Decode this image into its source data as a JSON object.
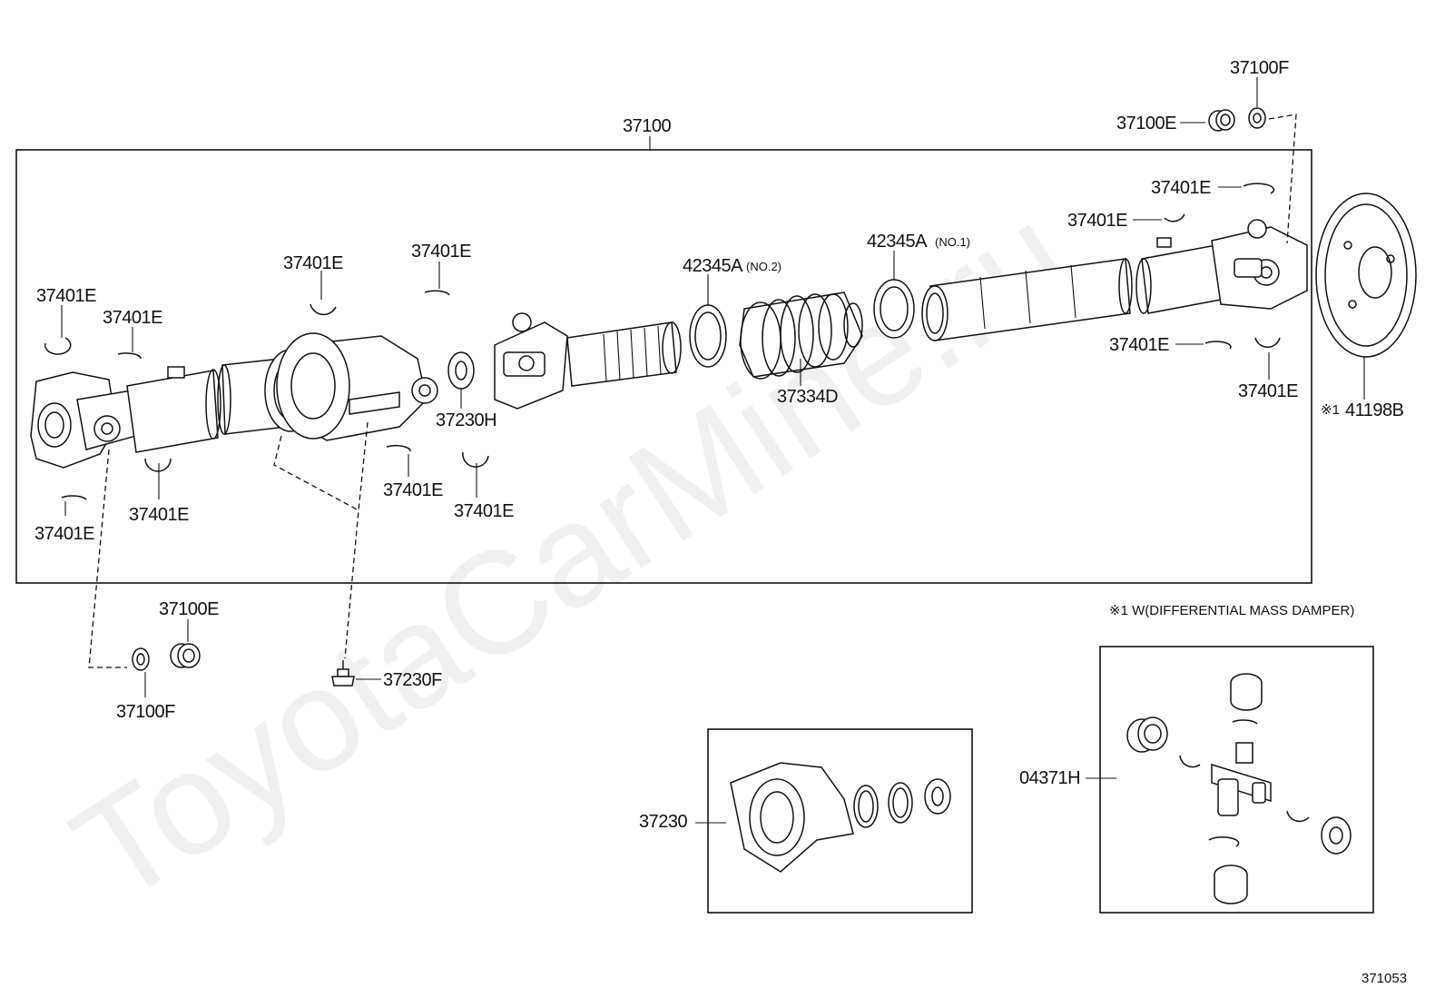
{
  "watermark": "ToyotaCarMine.ru",
  "diagram_id": "371053",
  "note": "※1 W(DIFFERENTIAL MASS DAMPER)",
  "labels": {
    "assembly": "37100",
    "nut_top": "37100F",
    "washer_top": "37100E",
    "snap_ring": "37401E",
    "boot_clamp": "42345A",
    "clamp_no2": "(NO.2)",
    "clamp_no1": "(NO.1)",
    "boot": "37334D",
    "bearing_seal": "37230H",
    "mass_damper_prefix": "※1",
    "mass_damper": "41198B",
    "washer_bottom": "37100E",
    "nut_bottom": "37100F",
    "bearing_bolt": "37230F",
    "center_bearing": "37230",
    "spider_kit": "04371H"
  }
}
